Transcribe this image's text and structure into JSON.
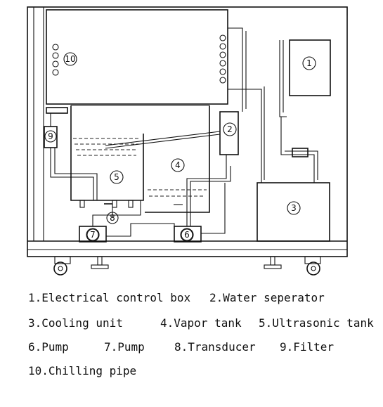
{
  "callouts": {
    "c1": "1",
    "c2": "2",
    "c3": "3",
    "c4": "4",
    "c5": "5",
    "c6": "6",
    "c7": "7",
    "c8": "8",
    "c9": "9",
    "c10": "10"
  },
  "legend": {
    "item1": "1.Electrical control box",
    "item2": "2.Water seperator",
    "item3": "3.Cooling unit",
    "item4": "4.Vapor tank",
    "item5": "5.Ultrasonic tank",
    "item6": "6.Pump",
    "item7": "7.Pump",
    "item8": "8.Transducer",
    "item9": "9.Filter",
    "item10": "10.Chilling pipe"
  }
}
